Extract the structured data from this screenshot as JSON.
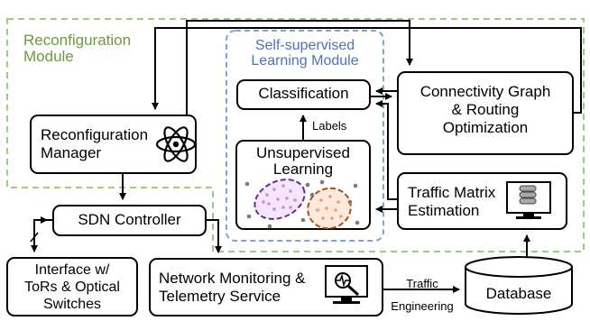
{
  "reconfiguration_module": {
    "line1": "Reconfiguration",
    "line2": "Module",
    "color": "#6c9a3c"
  },
  "ssl_module": {
    "line1": "Self-supervised",
    "line2": "Learning Module",
    "color": "#4a74b8"
  },
  "nodes": {
    "classification": "Classification",
    "connectivity": {
      "line1": "Connectivity Graph",
      "line2": "& Routing",
      "line3": "Optimization"
    },
    "reconfig_manager": {
      "line1": "Reconfiguration",
      "line2": "Manager"
    },
    "unsupervised": {
      "line1": "Unsupervised",
      "line2": "Learning"
    },
    "traffic_matrix": {
      "line1": "Traffic Matrix",
      "line2": "Estimation"
    },
    "sdn_controller": "SDN Controller",
    "interface": {
      "line1": "Interface w/",
      "line2": "ToRs & Optical",
      "line3": "Switches"
    },
    "monitoring": {
      "line1": "Network Monitoring &",
      "line2": "Telemetry Service"
    },
    "database": "Database"
  },
  "edge_labels": {
    "labels": "Labels",
    "traffic_engineering": {
      "line1": "Traffic",
      "line2": "Engineering"
    }
  },
  "icons": [
    "atom-icon",
    "database-server-icon",
    "monitor-analytics-icon"
  ],
  "cluster_colors": {
    "purple": "#b77fd6",
    "orange": "#e07b2a"
  }
}
